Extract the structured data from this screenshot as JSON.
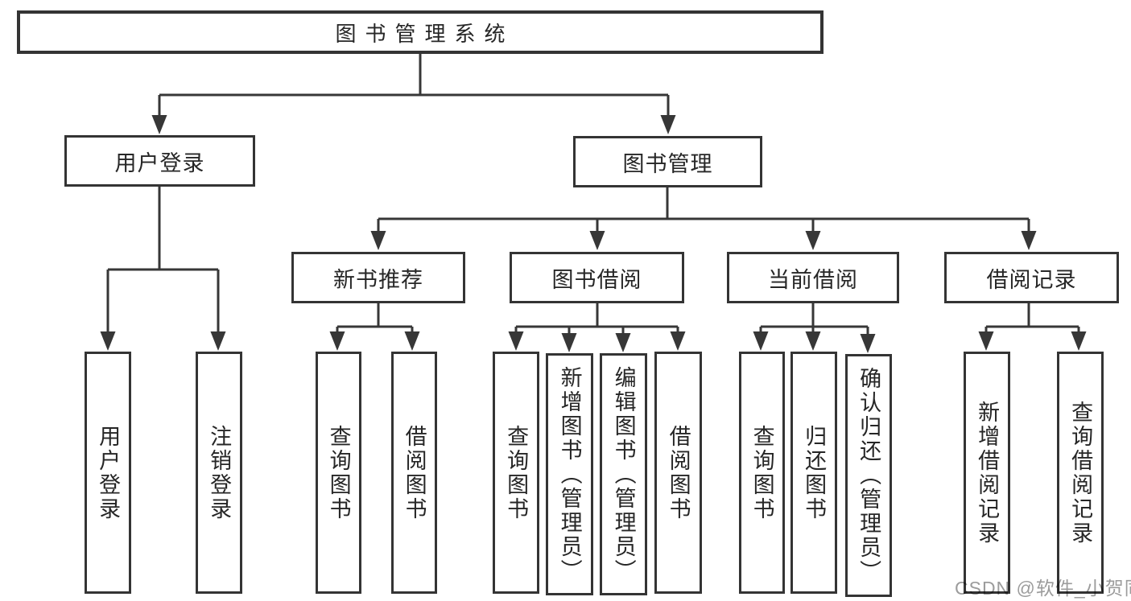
{
  "tree": {
    "root": {
      "label": "图书管理系统",
      "children": [
        {
          "label": "用户登录",
          "children": [
            {
              "label": "用户登录"
            },
            {
              "label": "注销登录"
            }
          ]
        },
        {
          "label": "图书管理",
          "children": [
            {
              "label": "新书推荐",
              "children": [
                {
                  "label": "查询图书"
                },
                {
                  "label": "借阅图书"
                }
              ]
            },
            {
              "label": "图书借阅",
              "children": [
                {
                  "label": "查询图书"
                },
                {
                  "label": "新增图书（管理员）"
                },
                {
                  "label": "编辑图书（管理员）"
                },
                {
                  "label": "借阅图书"
                }
              ]
            },
            {
              "label": "当前借阅",
              "children": [
                {
                  "label": "查询图书"
                },
                {
                  "label": "归还图书"
                },
                {
                  "label": "确认归还（管理员）"
                }
              ]
            },
            {
              "label": "借阅记录",
              "children": [
                {
                  "label": "新增借阅记录"
                },
                {
                  "label": "查询借阅记录"
                }
              ]
            }
          ]
        }
      ]
    }
  },
  "watermark": {
    "text": "CSDN @软件_小贺同学"
  },
  "colors": {
    "line": "#373737",
    "box_border": "#343434",
    "text": "#262626",
    "watermark": "#9c9c9c",
    "background": "#ffffff"
  }
}
